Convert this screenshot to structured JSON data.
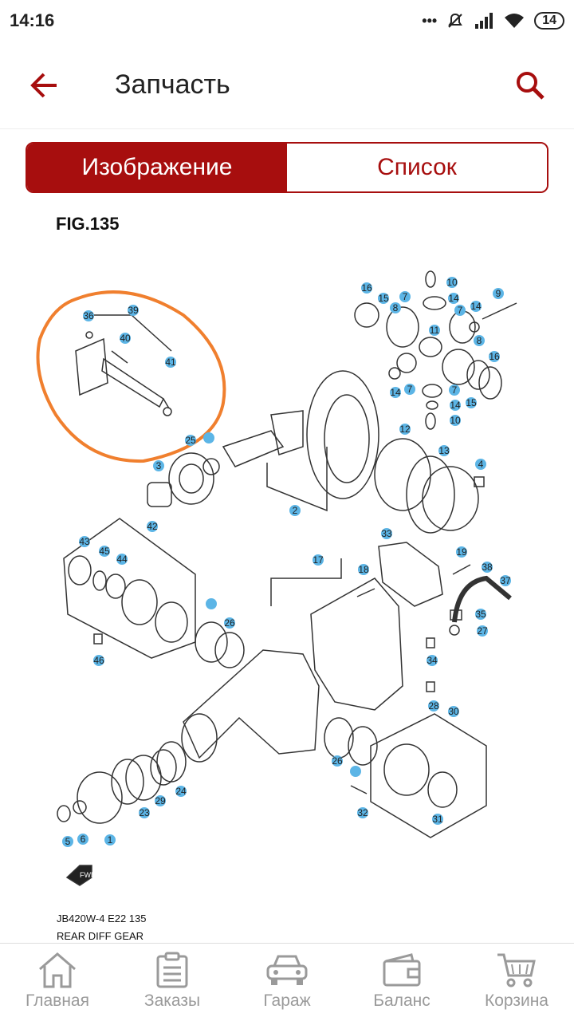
{
  "status_bar": {
    "time": "14:16",
    "battery": "14"
  },
  "app_bar": {
    "title": "Запчасть"
  },
  "tabs": [
    {
      "label": "Изображение",
      "active": true
    },
    {
      "label": "Список",
      "active": false
    }
  ],
  "diagram": {
    "fig_title": "FIG.135",
    "caption_line1": "JB420W-4 E22  135",
    "caption_line2": "REAR DIFF GEAR",
    "fwd_label": "FWD",
    "part_labels": [
      "1",
      "2",
      "3",
      "4",
      "5",
      "6",
      "7",
      "7",
      "7",
      "7",
      "8",
      "8",
      "9",
      "10",
      "10",
      "11",
      "12",
      "13",
      "14",
      "14",
      "14",
      "14",
      "15",
      "15",
      "16",
      "16",
      "17",
      "18",
      "19",
      "23",
      "24",
      "25",
      "26",
      "26",
      "27",
      "28",
      "29",
      "30",
      "31",
      "32",
      "33",
      "34",
      "35",
      "36",
      "37",
      "38",
      "39",
      "40",
      "41",
      "42",
      "43",
      "44",
      "45",
      "46"
    ]
  },
  "bottom_nav": [
    {
      "label": "Главная",
      "icon": "home-icon"
    },
    {
      "label": "Заказы",
      "icon": "orders-icon"
    },
    {
      "label": "Гараж",
      "icon": "car-icon"
    },
    {
      "label": "Баланс",
      "icon": "wallet-icon"
    },
    {
      "label": "Корзина",
      "icon": "cart-icon"
    }
  ],
  "colors": {
    "accent": "#a70e0e",
    "highlight": "#f07f2e",
    "callout": "#5cb5e6"
  }
}
